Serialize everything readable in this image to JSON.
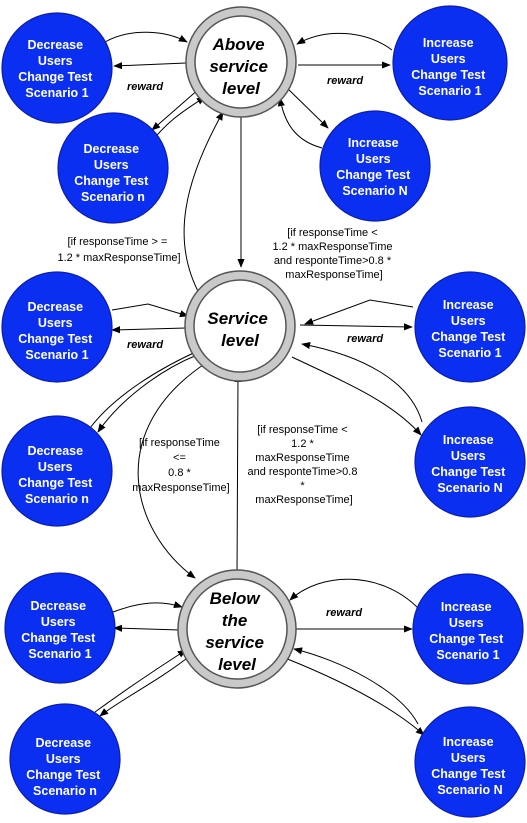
{
  "states": {
    "above": {
      "lines": [
        "Above",
        "service",
        "level"
      ]
    },
    "service": {
      "lines": [
        "Service",
        "level"
      ]
    },
    "below": {
      "lines": [
        "Below",
        "the",
        "service",
        "level"
      ]
    }
  },
  "actions": {
    "a_dec_1": [
      "Decrease",
      "Users",
      "Change Test",
      "Scenario 1"
    ],
    "a_dec_n": [
      "Decrease",
      "Users",
      "Change Test",
      "Scenario n"
    ],
    "a_inc_1": [
      "Increase",
      "Users",
      "Change Test",
      "Scenario 1"
    ],
    "a_inc_n": [
      "Increase",
      "Users",
      "Change Test",
      "Scenario N"
    ],
    "s_dec_1": [
      "Decrease",
      "Users",
      "Change Test",
      "Scenario 1"
    ],
    "s_dec_n": [
      "Decrease",
      "Users",
      "Change Test",
      "Scenario n"
    ],
    "s_inc_1": [
      "Increase",
      "Users",
      "Change Test",
      "Scenario 1"
    ],
    "s_inc_n": [
      "Increase",
      "Users",
      "Change Test",
      "Scenario N"
    ],
    "b_dec_1": [
      "Decrease",
      "Users",
      "Change Test",
      "Scenario 1"
    ],
    "b_dec_n": [
      "Decrease",
      "Users",
      "Change Test",
      "Scenario n"
    ],
    "b_inc_1": [
      "Increase",
      "Users",
      "Change Test",
      "Scenario 1"
    ],
    "b_inc_n": [
      "Increase",
      "Users",
      "Change Test",
      "Scenario N"
    ]
  },
  "rewards": {
    "above_left": "reward",
    "above_right": "reward",
    "service_left": "reward",
    "service_right": "reward",
    "below_right": "reward"
  },
  "conditions": {
    "above_to_service_left": [
      "[if responseTime > =",
      "1.2 * maxResponseTime]"
    ],
    "above_to_service_right": [
      "[if responseTime <",
      "1.2 * maxResponseTime",
      "and responteTime>0.8 *",
      "maxResponseTime]"
    ],
    "service_to_below": [
      "[if responseTime",
      "<=",
      "0.8 *",
      "maxResponseTime]"
    ],
    "below_to_service": [
      "[if responseTime <",
      "1.2 *",
      "maxResponseTime",
      "and responteTime>0.8",
      "*",
      "maxResponseTime]"
    ]
  }
}
